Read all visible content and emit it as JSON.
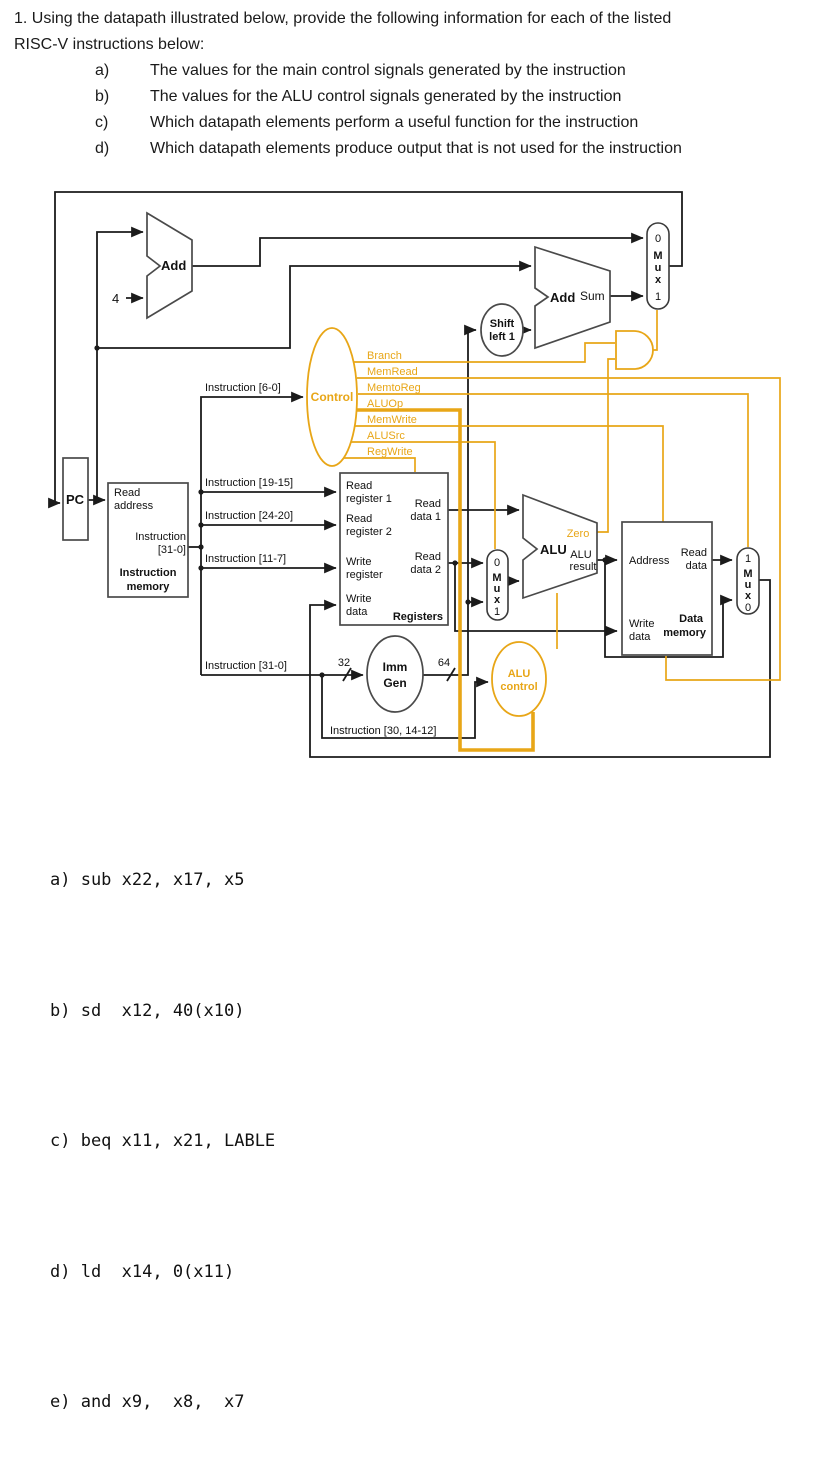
{
  "header": {
    "line1": "1. Using the datapath illustrated below, provide the following information for each of the listed",
    "line2": "RISC-V instructions below:",
    "items": [
      {
        "marker": "a)",
        "text": "The values for the main control signals generated by the instruction"
      },
      {
        "marker": "b)",
        "text": "The values for the ALU control signals generated by the instruction"
      },
      {
        "marker": "c)",
        "text": "Which datapath elements perform a useful function for the instruction"
      },
      {
        "marker": "d)",
        "text": "Which datapath elements produce output that is not used for the instruction"
      }
    ]
  },
  "diagram": {
    "accent_color": "#E8A617",
    "control_signals": [
      "Branch",
      "MemRead",
      "MemtoReg",
      "ALUOp",
      "MemWrite",
      "ALUSrc",
      "RegWrite"
    ],
    "labels": {
      "pc": "PC",
      "add": "Add",
      "four": "4",
      "sum": "Sum",
      "read": "Read",
      "address": "address",
      "instruction": "Instruction",
      "bits": "[31-0]",
      "memory": "memory",
      "i1915": "Instruction [19-15]",
      "i2420": "Instruction [24-20]",
      "i117": "Instruction [11-7]",
      "i60": "Instruction [6-0]",
      "i310": "Instruction [31-0]",
      "i3014": "Instruction [30, 14-12]",
      "reg1": "register 1",
      "reg2": "register 2",
      "data1": "data 1",
      "data2": "data 2",
      "write": "Write",
      "register": "register",
      "data": "data",
      "registers": "Registers",
      "imm": "Imm",
      "gen": "Gen",
      "w32": "32",
      "w64": "64",
      "shift": "Shift",
      "left1": "left 1",
      "control": "Control",
      "alu": "ALU",
      "zero": "Zero",
      "result": "result",
      "aluctl": "control",
      "addr": "Address",
      "datacap": "Data",
      "d0": "0",
      "d1": "1",
      "m": "M",
      "u": "u",
      "x": "x"
    }
  },
  "instructions": [
    {
      "line": "a) sub x22, x17, x5"
    },
    {
      "line": "b) sd  x12, 40(x10)"
    },
    {
      "line": "c) beq x11, x21, LABLE"
    },
    {
      "line": "d) ld  x14, 0(x11)"
    },
    {
      "line": "e) and x9,  x8,  x7"
    }
  ]
}
